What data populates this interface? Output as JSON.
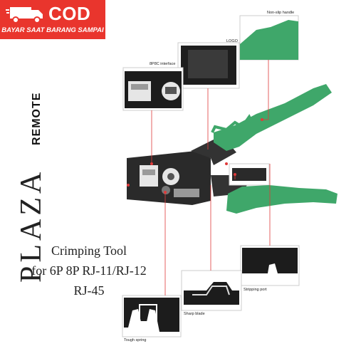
{
  "badge": {
    "code": "COD",
    "subtitle": "BAYAR SAAT BARANG SAMPAI",
    "color": "#e9352d"
  },
  "brand": {
    "main": "PLAZA",
    "sub": "REMOTE"
  },
  "product": {
    "line1": "Crimping Tool",
    "line2": "for 6P 8P RJ-11/RJ-12",
    "line3": "RJ-45"
  },
  "callouts": {
    "non_slip_handle": "Non-slip handle",
    "logo": "LOGO",
    "interface": "8P8C interface",
    "stripping_port": "Stripping port",
    "sharp_blade": "Sharp blade",
    "tough_spring": "Tough spring"
  },
  "colors": {
    "handle_green": "#3fa76a",
    "tool_dark": "#2a2a2a",
    "pointer_red": "#e03a3a"
  }
}
